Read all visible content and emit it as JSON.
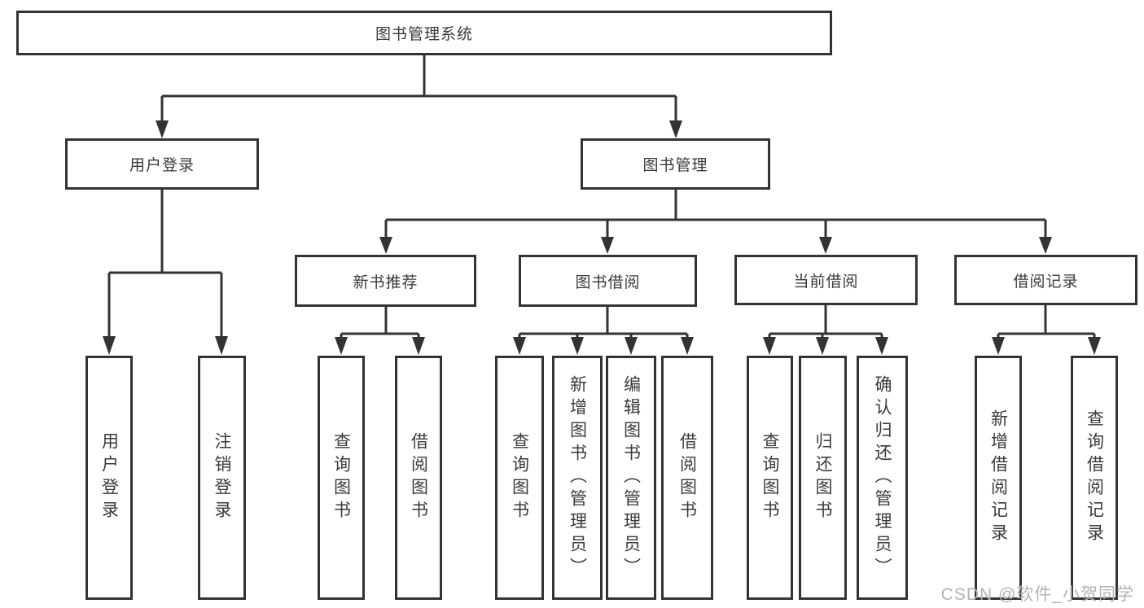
{
  "diagram": {
    "title": "图书管理系统",
    "root": {
      "label": "图书管理系统"
    },
    "level2": [
      {
        "label": "用户登录"
      },
      {
        "label": "图书管理"
      }
    ],
    "level3": [
      {
        "label": "新书推荐"
      },
      {
        "label": "图书借阅"
      },
      {
        "label": "当前借阅"
      },
      {
        "label": "借阅记录"
      }
    ],
    "leaves": {
      "user_login": [
        "用户登录",
        "注销登录"
      ],
      "new_book": [
        "查询图书",
        "借阅图书"
      ],
      "book_borrow": [
        "查询图书",
        "新增图书（管理员）",
        "编辑图书（管理员）",
        "借阅图书"
      ],
      "current_borrow": [
        "查询图书",
        "归还图书",
        "确认归还（管理员）"
      ],
      "borrow_record": [
        "新增借阅记录",
        "查询借阅记录"
      ]
    },
    "line_color": "#333333"
  },
  "watermark": {
    "text": "CSDN @软件_小贺同学",
    "color": "#b3b3b3"
  }
}
